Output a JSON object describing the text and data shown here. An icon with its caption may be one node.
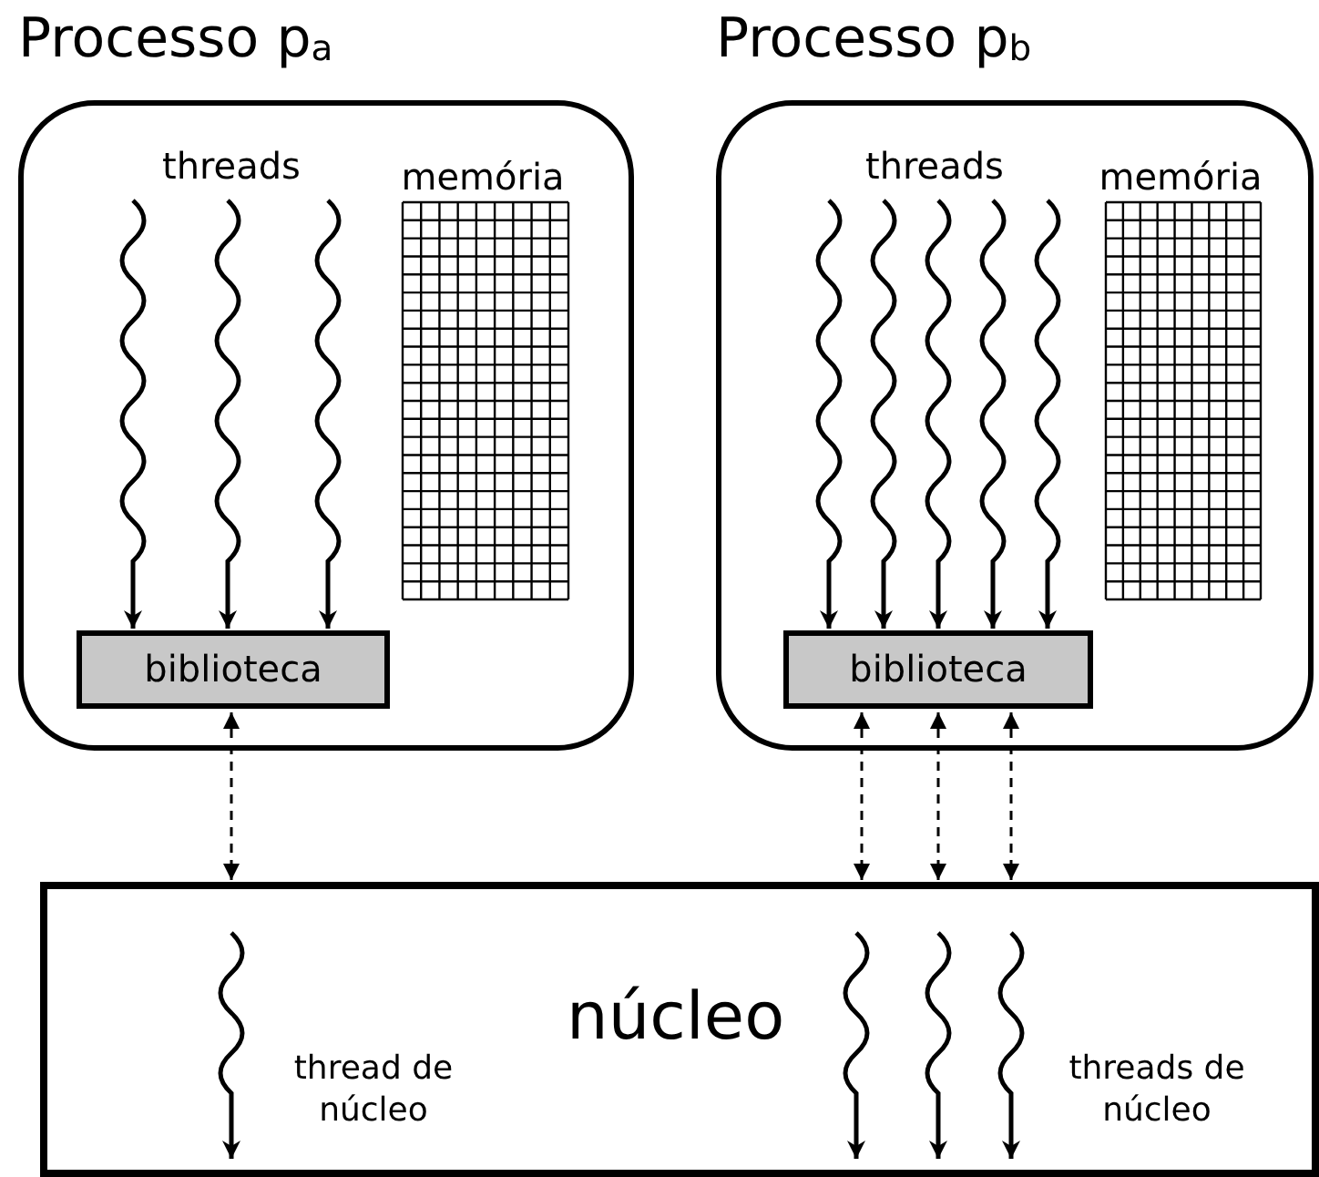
{
  "diagram": {
    "nodes": [
      {
        "text": [
          "Processo p$_{a}$"
        ]
      },
      {
        "text": [
          "memória"
        ],
        "in": 0
      },
      {
        "text": [
          "biblioteca"
        ],
        "in": 0
      },
      {
        "text": [
          "Processo p$_{b}$"
        ]
      },
      {
        "text": [
          "memória"
        ],
        "in": 3
      },
      {
        "text": [
          "biblioteca"
        ],
        "in": 3
      },
      {
        "text": [
          "núcleo"
        ]
      }
    ],
    "edges": [
      {
        "from": null,
        "to": 2,
        "arrow": "to"
      },
      {
        "from": null,
        "to": 2,
        "arrow": "to"
      },
      {
        "from": null,
        "to": 2,
        "arrow": "to"
      },
      {
        "from": null,
        "to": 5,
        "arrow": "to"
      },
      {
        "from": null,
        "to": 5,
        "arrow": "to"
      },
      {
        "from": null,
        "to": 5,
        "arrow": "to"
      },
      {
        "from": null,
        "to": 5,
        "arrow": "to"
      },
      {
        "from": null,
        "to": 5,
        "arrow": "to"
      },
      {
        "from": 2,
        "to": 6,
        "arrow": "both",
        "style": "dashed"
      },
      {
        "from": 5,
        "to": 6,
        "arrow": "both",
        "style": "dashed"
      },
      {
        "from": 5,
        "to": 6,
        "arrow": "both",
        "style": "dashed"
      },
      {
        "from": 5,
        "to": 6,
        "arrow": "both",
        "style": "dashed"
      }
    ],
    "labels": [
      "threads",
      "threads",
      "thread de núcleo",
      "threads de núcleo"
    ]
  }
}
